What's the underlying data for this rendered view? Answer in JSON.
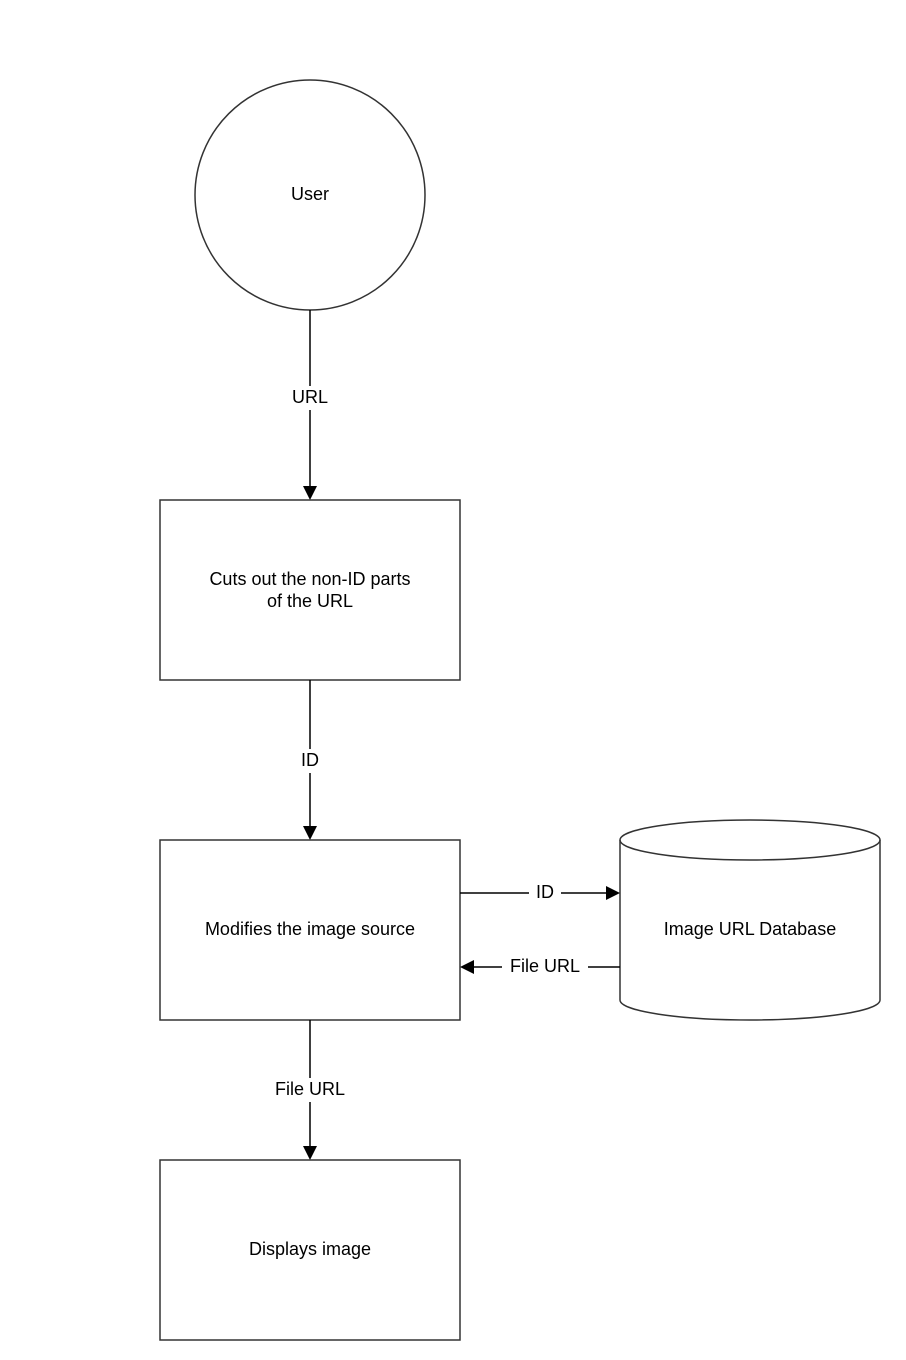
{
  "nodes": {
    "user": {
      "label": "User"
    },
    "cut": {
      "line1": "Cuts out the non-ID parts",
      "line2": "of the URL"
    },
    "modify": {
      "label": "Modifies the image source"
    },
    "database": {
      "label": "Image URL Database"
    },
    "display": {
      "label": "Displays image"
    }
  },
  "edges": {
    "user_to_cut": "URL",
    "cut_to_modify": "ID",
    "modify_to_db": "ID",
    "db_to_modify": "File URL",
    "modify_to_display": "File URL"
  }
}
